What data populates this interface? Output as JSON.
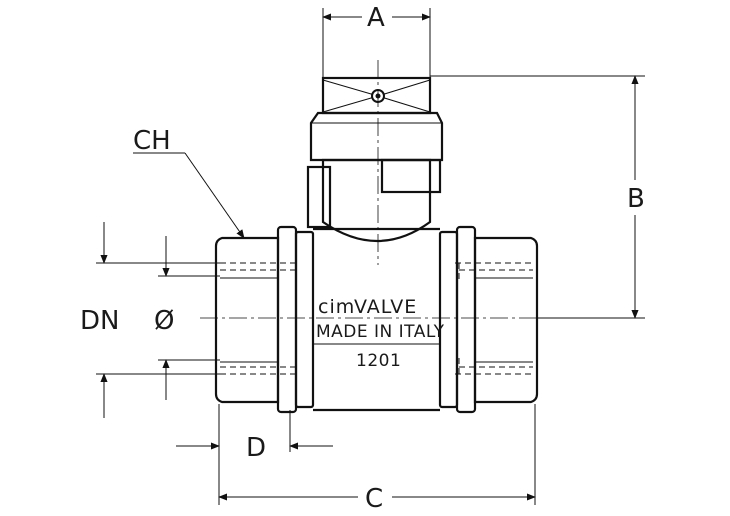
{
  "dimensions": {
    "a": "A",
    "b": "B",
    "c": "C",
    "d": "D",
    "ch": "CH",
    "dn": "DN",
    "diameter": "Ø"
  },
  "marking": {
    "brand_cim": "cim",
    "brand_valve": "VALVE",
    "origin": "MADE IN ITALY",
    "model": "1201"
  },
  "colors": {
    "line": "#111111",
    "background": "#ffffff"
  }
}
